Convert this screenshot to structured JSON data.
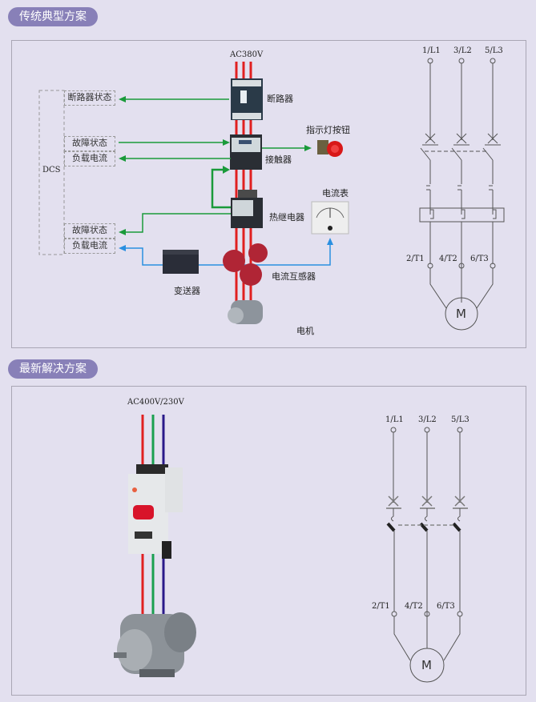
{
  "sections": {
    "traditional": {
      "title": "传统典型方案"
    },
    "new": {
      "title": "最新解决方案"
    }
  },
  "traditional": {
    "supply_label": "AC380V",
    "dcs_label": "DCS",
    "dcs_signals": [
      {
        "label": "断路器状态",
        "direction": "in",
        "color": "green"
      },
      {
        "label": "故障状态",
        "direction": "out",
        "color": "green"
      },
      {
        "label": "负载电流",
        "direction": "in",
        "color": "green"
      },
      {
        "label": "故障状态",
        "direction": "in",
        "color": "green"
      },
      {
        "label": "负载电流",
        "direction": "in",
        "color": "blue"
      }
    ],
    "components": {
      "breaker": "断路器",
      "contactor": "接触器",
      "indicator_button": "指示灯按钮",
      "thermal_relay": "热继电器",
      "ammeter": "电流表",
      "transmitter": "变送器",
      "current_transformer": "电流互感器",
      "motor": "电机"
    },
    "schematic": {
      "inputs": [
        "1/L1",
        "3/L2",
        "5/L3"
      ],
      "outputs": [
        "2/T1",
        "4/T2",
        "6/T3"
      ],
      "motor": "M"
    }
  },
  "new": {
    "supply_label": "AC400V/230V",
    "schematic": {
      "inputs": [
        "1/L1",
        "3/L2",
        "5/L3"
      ],
      "outputs": [
        "2/T1",
        "4/T2",
        "6/T3"
      ],
      "motor": "M"
    }
  },
  "colors": {
    "pill": "#8880b8",
    "background": "#e3e0ef",
    "green_line": "#1a9a3a",
    "blue_line": "#2a8fe0",
    "red_wire": "#e02020",
    "green_wire": "#1aa050",
    "blue_wire": "#2a1a8a"
  }
}
